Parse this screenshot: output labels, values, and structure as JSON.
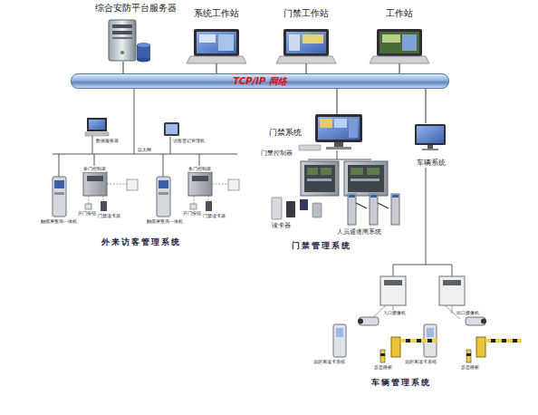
{
  "diagram": {
    "nodes": [
      {
        "text": [
          "综合安防平台服务器"
        ]
      },
      {
        "text": [
          "系统工作站"
        ]
      },
      {
        "text": [
          "门禁工作站"
        ]
      },
      {
        "text": [
          "工作站"
        ]
      },
      {
        "text": [
          "TCP/IP 网络"
        ]
      },
      {
        "text": [
          "门禁系统"
        ]
      },
      {
        "text": [
          "车辆系统"
        ]
      }
    ],
    "edges": [
      {
        "from": 0,
        "to": 4,
        "arrow": "none"
      },
      {
        "from": 1,
        "to": 4,
        "arrow": "none"
      },
      {
        "from": 2,
        "to": 4,
        "arrow": "none"
      },
      {
        "from": 3,
        "to": 4,
        "arrow": "none"
      },
      {
        "from": 4,
        "to": 5,
        "arrow": "none"
      },
      {
        "from": 4,
        "to": 6,
        "arrow": "none"
      }
    ],
    "labels": [
      "数据服务器",
      "访客登记管理机",
      "以太网",
      "多门控制器",
      "多门控制器",
      "触摸屏查询一体机",
      "开门按钮",
      "门禁读卡器",
      "触摸屏查询一体机",
      "开门按钮",
      "门禁读卡器",
      "外来访客管理系统",
      "门禁控制器",
      "读卡器",
      "人员通道闸系统",
      "门禁管理系统",
      "入口摄像机",
      "出口摄像机",
      "远距离读卡系统",
      "反恐路桩",
      "远距离读卡系统",
      "反恐路桩",
      "车辆管理系统"
    ]
  }
}
